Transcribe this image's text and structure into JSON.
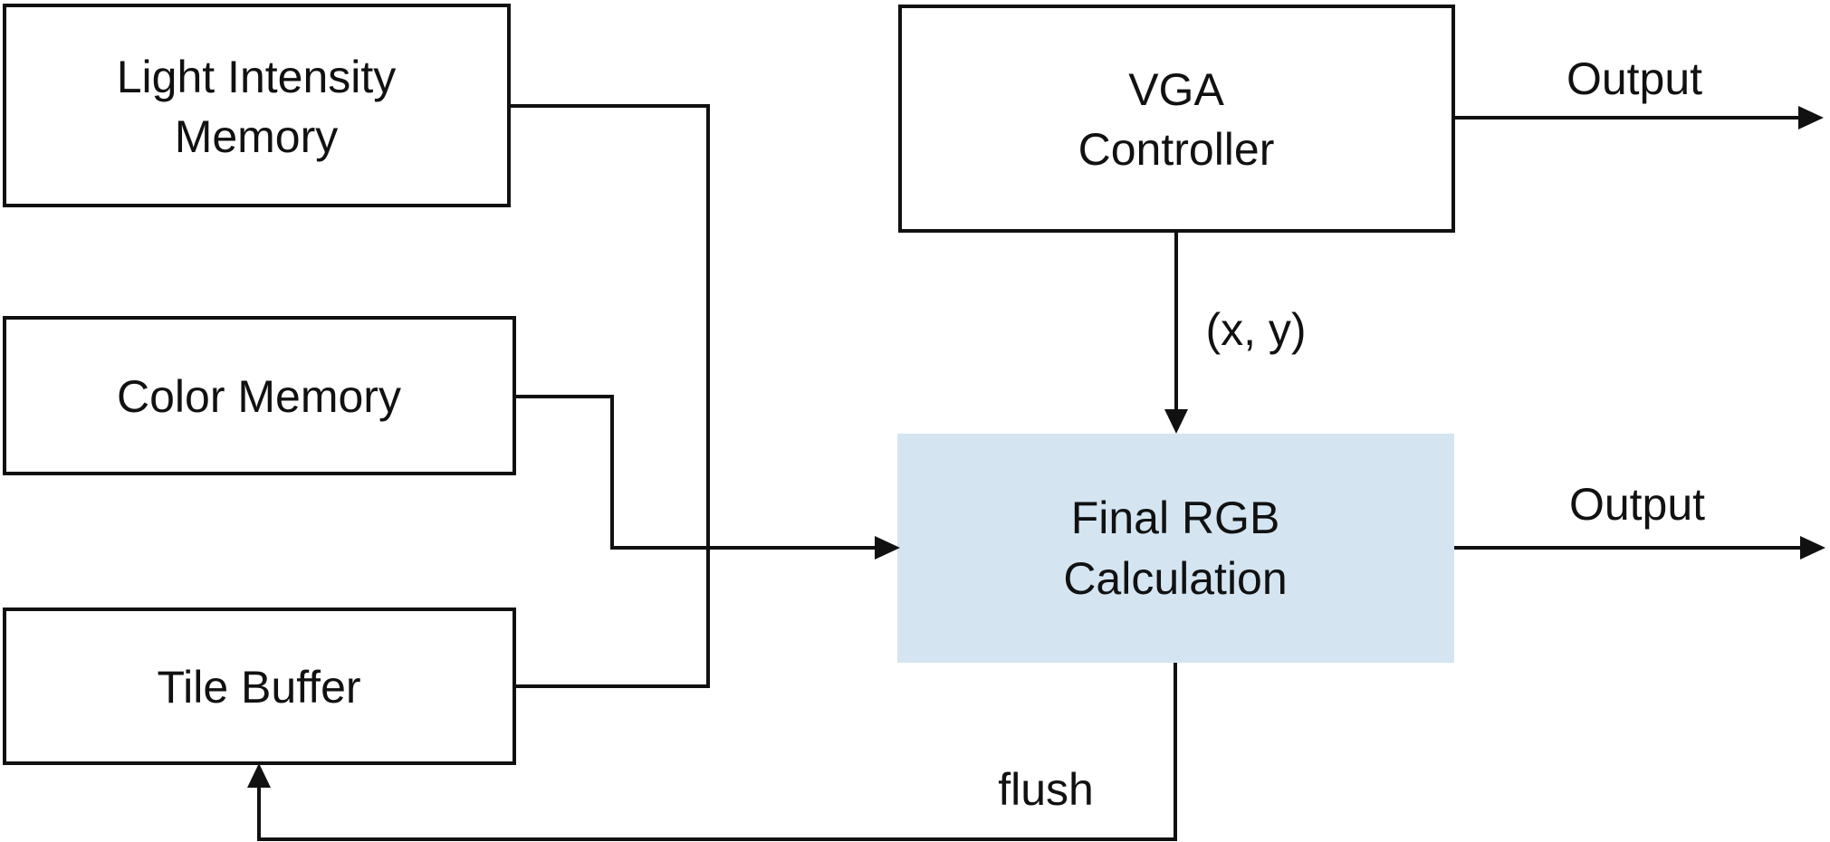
{
  "colors": {
    "stroke": "#111111",
    "text": "#111111",
    "highlight_fill": "#d4e5f1",
    "background": "#ffffff"
  },
  "boxes": {
    "light_intensity": {
      "line1": "Light Intensity",
      "line2": "Memory"
    },
    "color_memory": {
      "label": "Color Memory"
    },
    "tile_buffer": {
      "label": "Tile Buffer"
    },
    "vga_controller": {
      "line1": "VGA",
      "line2": "Controller"
    },
    "final_rgb": {
      "line1": "Final RGB",
      "line2": "Calculation"
    }
  },
  "edge_labels": {
    "vga_output": "Output",
    "xy": "(x, y)",
    "rgb_output": "Output",
    "flush": "flush"
  }
}
